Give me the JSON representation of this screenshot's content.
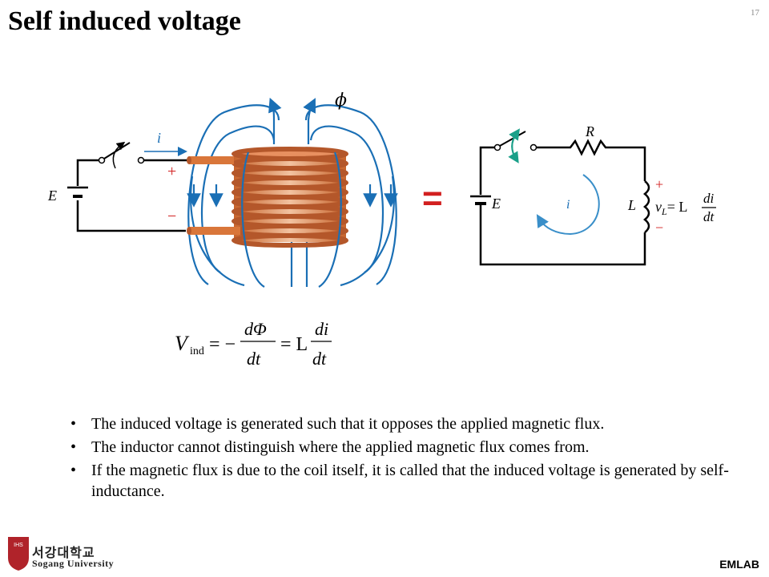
{
  "page": {
    "title": "Self induced voltage",
    "number": "17",
    "lab": "EMLAB"
  },
  "figure": {
    "labels": {
      "flux": "ϕ",
      "current": "i",
      "plus": "+",
      "minus": "−",
      "source": "E",
      "equals": "=",
      "resistor": "R",
      "inductor": "L",
      "loop_current": "i",
      "vl_lhs": "v",
      "vl_sub": "L",
      "vl_eq": "= L",
      "vl_num": "di",
      "vl_den": "dt"
    }
  },
  "equation": {
    "lhs": "V",
    "lhs_sub": "ind",
    "eq1": "= −",
    "frac1_num": "dΦ",
    "frac1_den": "dt",
    "eq2": "= L",
    "frac2_num": "di",
    "frac2_den": "dt"
  },
  "bullets": [
    "The induced voltage is generated such that it opposes the applied magnetic flux.",
    "The inductor cannot distinguish where the applied magnetic flux comes from.",
    "If the magnetic flux is due to the coil itself, it is called that the induced voltage is generated by self-inductance."
  ],
  "logo": {
    "ko": "서강대학교",
    "en": "Sogang University",
    "emblem": "IHS"
  },
  "colors": {
    "flux_line": "#1a6fb5",
    "coil": "#d9763a",
    "coil_dark": "#b4572a",
    "equals": "#d21f1f",
    "loop_arrow": "#3a8fc9",
    "switch_arrow": "#1aa089",
    "logo_red": "#b0232a"
  }
}
